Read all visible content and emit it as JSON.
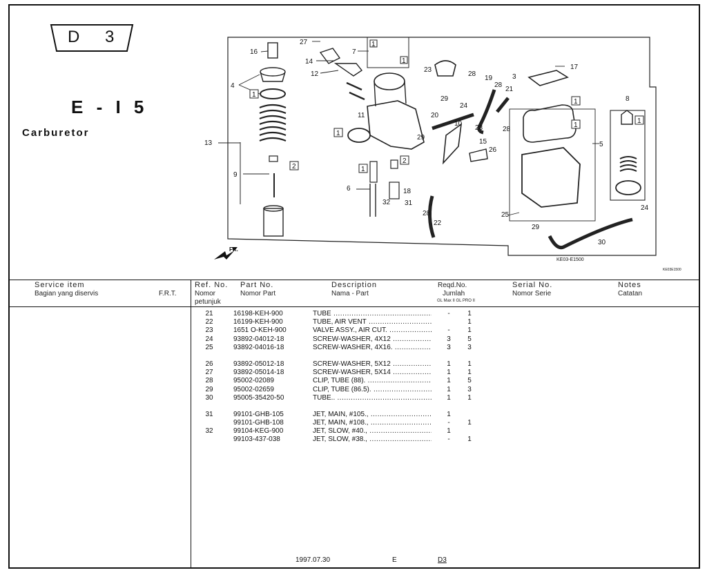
{
  "page_tag": {
    "letter": "D",
    "number": "3"
  },
  "section": "E - I 5",
  "subtitle": "Carburetor",
  "diagram": {
    "code": "KE03-E1500",
    "code2": "KE03E1500",
    "direction": "FR.",
    "callouts": [
      "1",
      "2",
      "3",
      "4",
      "5",
      "6",
      "7",
      "8",
      "9",
      "10",
      "11",
      "12",
      "13",
      "14",
      "15",
      "16",
      "17",
      "18",
      "19",
      "20",
      "21",
      "22",
      "23",
      "24",
      "25",
      "26",
      "27",
      "28",
      "29",
      "30",
      "31",
      "32"
    ]
  },
  "headers": {
    "service_item": "Service      item",
    "service_item_id": "Bagian yang diservis",
    "frt": "F.R.T.",
    "ref_no": "Ref. No.",
    "ref_no_id": "Nomor",
    "ref_no_id2": "petunjuk",
    "part_no": "Part No.",
    "part_no_id": "Nomor Part",
    "description": "Description",
    "description_id": "Nama - Part",
    "reqd_no": "Reqd.No.",
    "reqd_no_id": "Jumlah",
    "reqd_sub": "GL Max II  GL PRO  II",
    "serial_no": "Serial No.",
    "serial_no_id": "Nomor Serie",
    "notes": "Notes",
    "notes_id": "Catatan"
  },
  "parts": [
    {
      "ref": "21",
      "part": "16198-KEH-900",
      "desc": "TUBE",
      "q1": "-",
      "q2": "1"
    },
    {
      "ref": "22",
      "part": "16199-KEH-900",
      "desc": "TUBE, AIR VENT",
      "q1": "",
      "q2": "1"
    },
    {
      "ref": "23",
      "part": "1651 O-KEH-900",
      "desc": "VALVE ASSY., AIR CUT.",
      "q1": "-",
      "q2": "1"
    },
    {
      "ref": "24",
      "part": "93892-04012-18",
      "desc": "SCREW-WASHER, 4X12",
      "q1": "3",
      "q2": "5"
    },
    {
      "ref": "25",
      "part": "93892-04016-18",
      "desc": "SCREW-WASHER, 4X16.",
      "q1": "3",
      "q2": "3"
    },
    {
      "ref": "26",
      "part": "93892-05012-18",
      "desc": "SCREW-WASHER, 5X12",
      "q1": "1",
      "q2": "1"
    },
    {
      "ref": "27",
      "part": "93892-05014-18",
      "desc": "SCREW-WASHER, 5X14",
      "q1": "1",
      "q2": "1"
    },
    {
      "ref": "28",
      "part": "95002-02089",
      "desc": "CLIP, TUBE (88).",
      "q1": "1",
      "q2": "5"
    },
    {
      "ref": "29",
      "part": "95002-02659",
      "desc": "CLIP, TUBE (86.5).",
      "q1": "1",
      "q2": "3"
    },
    {
      "ref": "30",
      "part": "95005-35420-50",
      "desc": "TUBE..",
      "q1": "1",
      "q2": "1"
    },
    {
      "ref": "31",
      "part": "99101-GHB-105",
      "desc": "JET, MAIN, #105.,",
      "q1": "1",
      "q2": ""
    },
    {
      "ref": "",
      "part": "99101-GHB-108",
      "desc": "JET, MAIN, #108.,",
      "q1": "-",
      "q2": "1"
    },
    {
      "ref": "32",
      "part": "99104-KEG-900",
      "desc": "JET, SLOW, #40.,",
      "q1": "1",
      "q2": ""
    },
    {
      "ref": "",
      "part": "99103-437-038",
      "desc": "JET, SLOW, #38.,",
      "q1": "-",
      "q2": "1"
    }
  ],
  "footer": {
    "date": "1997.07.30",
    "section": "E",
    "page": "D3"
  }
}
